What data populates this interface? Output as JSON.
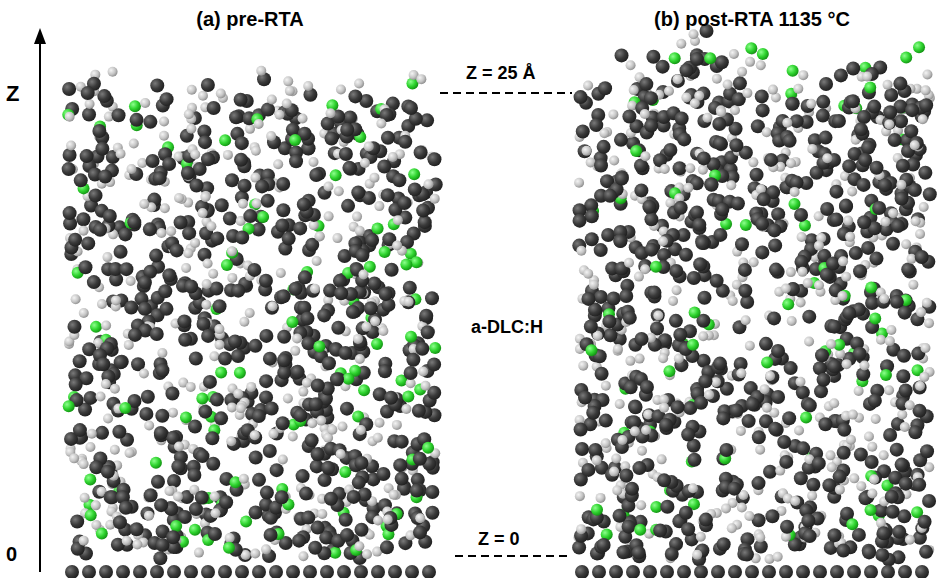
{
  "diagram": {
    "labels": [
      "(a) pre-RTA",
      "(b) post-RTA 1135 °C",
      "Z",
      "Z = 25 Å",
      "a-DLC:H",
      "Z = 0",
      "0"
    ]
  }
}
